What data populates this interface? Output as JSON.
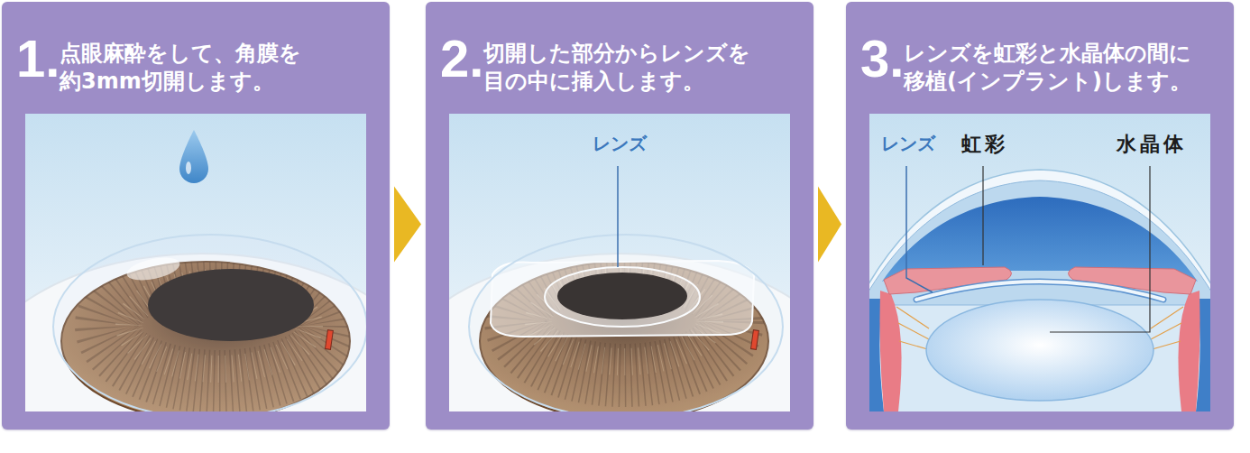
{
  "diagram": {
    "nodes": [
      {
        "text": [
          "1.",
          "点眼麻酔をして、角膜を 約3mm切開します。"
        ]
      },
      {
        "text": [
          "2.",
          "切開した部分からレンズを 目の中に挿入します。"
        ]
      },
      {
        "text": [
          "3.",
          "レンズを虹彩と水晶体の間に 移植(インプラント)します。"
        ]
      }
    ],
    "edges": [
      {
        "from": 0,
        "to": 1,
        "arrow": "to"
      },
      {
        "from": 1,
        "to": 2,
        "arrow": "to"
      }
    ],
    "labels": [
      "レンズ",
      "レンズ",
      "虹彩",
      "水晶体"
    ]
  }
}
